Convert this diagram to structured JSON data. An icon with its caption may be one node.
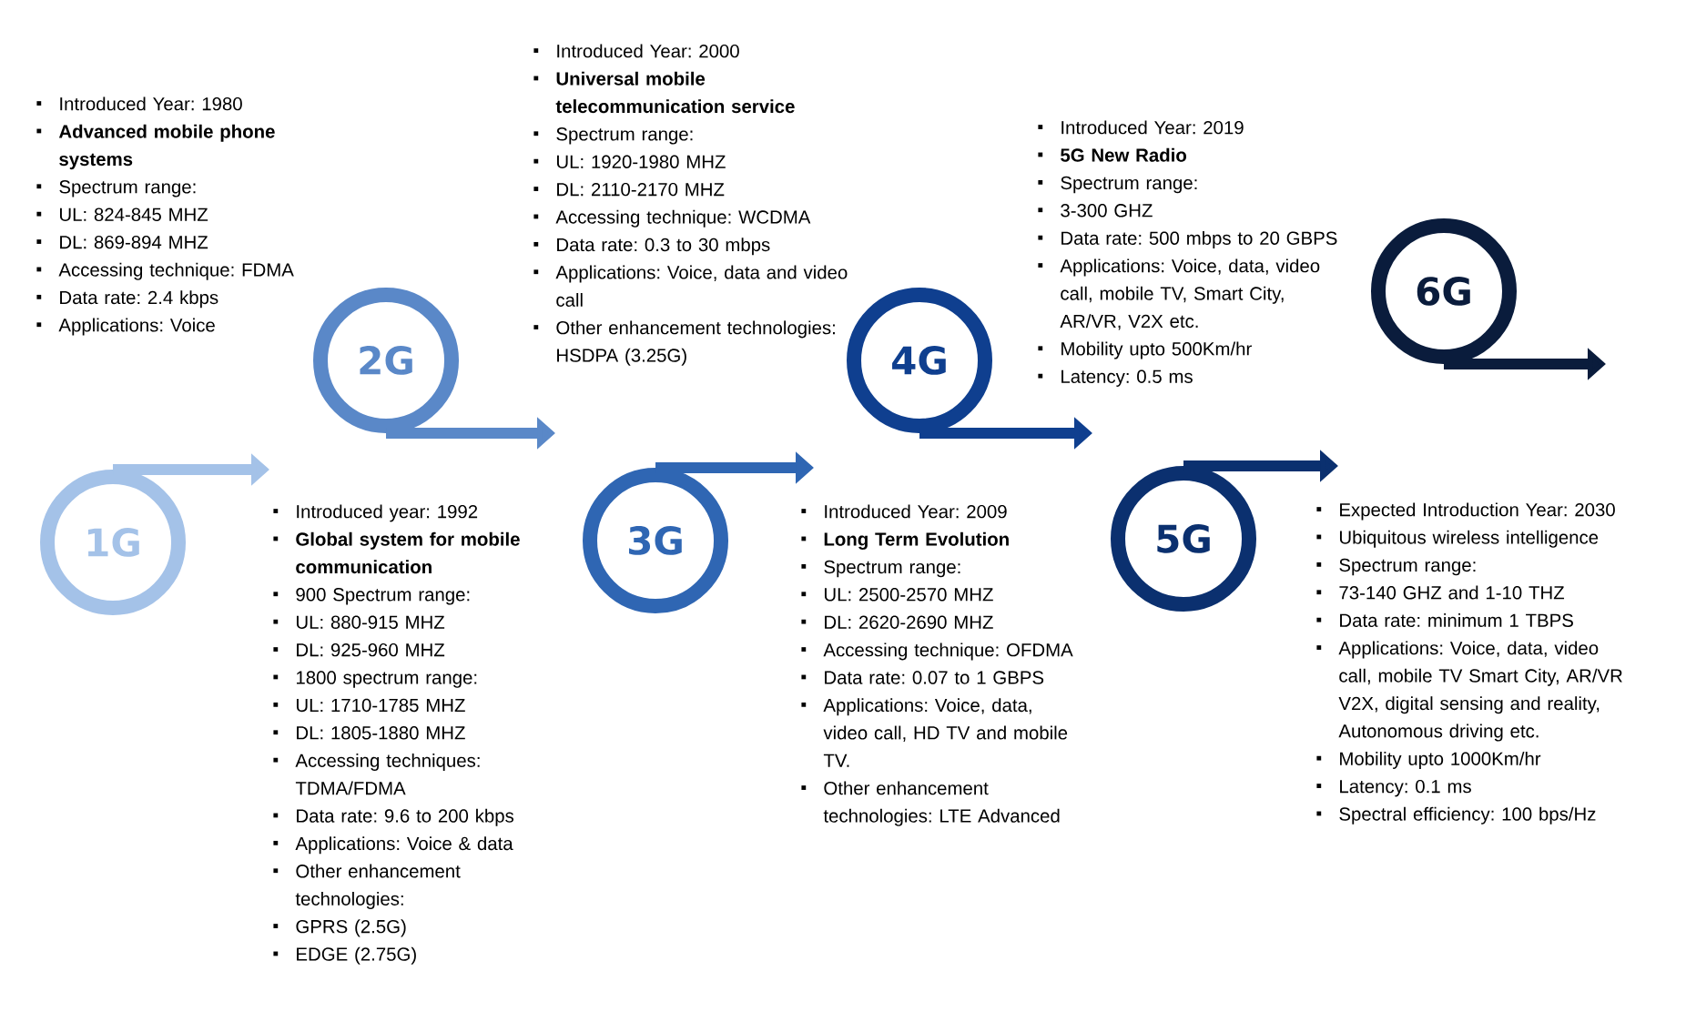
{
  "diagram": {
    "nodes": [
      {
        "text": [
          "1G"
        ],
        "beside": [
          "Introduced Year: 1980",
          "**Advanced mobile phone systems**",
          "Spectrum range:",
          "UL: 824-845 MHZ",
          "DL: 869-894 MHZ",
          "Accessing technique: FDMA",
          "Data rate: 2.4 kbps",
          "Applications: Voice"
        ]
      },
      {
        "text": [
          "2G"
        ],
        "beside": [
          "Introduced year: 1992",
          "**Global system for mobile communication**",
          "900 Spectrum range:",
          "UL: 880-915 MHZ",
          "DL: 925-960 MHZ",
          "1800 spectrum range:",
          "UL: 1710-1785 MHZ",
          "DL: 1805-1880 MHZ",
          "Accessing techniques: TDMA/FDMA",
          "Data rate: 9.6 to 200 kbps",
          "Applications: Voice & data",
          "Other enhancement technologies:",
          "GPRS (2.5G)",
          "EDGE (2.75G)"
        ]
      },
      {
        "text": [
          "3G"
        ],
        "beside": [
          "Introduced Year: 2000",
          "**Universal mobile telecommunication service**",
          "Spectrum range:",
          "UL: 1920-1980 MHZ",
          "DL: 2110-2170 MHZ",
          "Accessing technique: WCDMA",
          "Data rate: 0.3 to 30 mbps",
          "Applications: Voice, data and video call",
          "Other enhancement technologies: HSDPA (3.25G)"
        ]
      },
      {
        "text": [
          "4G"
        ],
        "beside": [
          "Introduced Year: 2009",
          "**Long Term Evolution**",
          "Spectrum range:",
          "UL: 2500-2570 MHZ",
          "DL: 2620-2690 MHZ",
          "Accessing technique: OFDMA",
          "Data rate: 0.07 to 1 GBPS",
          "Applications: Voice, data, video call, HD TV and mobile TV.",
          "Other enhancement technologies: LTE Advanced"
        ]
      },
      {
        "text": [
          "5G"
        ],
        "beside": [
          "Introduced Year: 2019",
          "**5G New Radio**",
          "Spectrum range:",
          "3-300 GHZ",
          "Data rate: 500 mbps to 20 GBPS",
          "Applications: Voice, data, video call, mobile TV, Smart City, AR/VR, V2X etc.",
          "Mobility upto 500Km/hr",
          "Latency: 0.5 ms"
        ]
      },
      {
        "text": [
          "6G"
        ],
        "beside": [
          "Expected Introduction Year: 2030",
          "Ubiquitous wireless intelligence",
          "Spectrum range:",
          "73-140 GHZ and 1-10 THZ",
          "Data rate: minimum 1 TBPS",
          "Applications: Voice, data, video call, mobile TV Smart City, AR/VR V2X, digital sensing and reality, Autonomous driving etc.",
          "Mobility upto 1000Km/hr",
          "Latency: 0.1 ms",
          "Spectral efficiency: 100 bps/Hz"
        ]
      }
    ],
    "edges": [
      {
        "from": 0,
        "to": null,
        "arrow": "to",
        "color": "#a4c2e8"
      },
      {
        "from": 1,
        "to": null,
        "arrow": "to",
        "color": "#5a88c8"
      },
      {
        "from": 2,
        "to": null,
        "arrow": "to",
        "color": "#2f66b3"
      },
      {
        "from": 3,
        "to": null,
        "arrow": "to",
        "color": "#0f3f8f"
      },
      {
        "from": 4,
        "to": null,
        "arrow": "to",
        "color": "#0b306f"
      },
      {
        "from": 5,
        "to": null,
        "arrow": "to",
        "color": "#0a1c3c"
      }
    ]
  }
}
